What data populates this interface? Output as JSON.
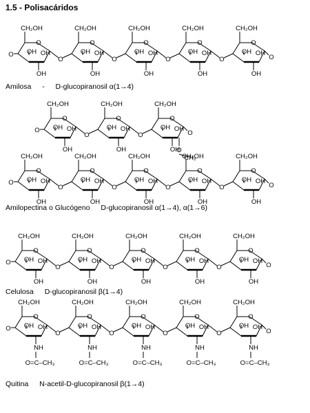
{
  "title": "1.5 - Polisacáridos",
  "labels": {
    "ch2oh": "CH₂OH",
    "oh": "OH",
    "ring_o": "O",
    "link_o": "O",
    "ch2": "CH₂",
    "nh": "NH",
    "acetyl": "O=C–CH₃"
  },
  "sections": [
    {
      "name": "amilosa",
      "polymer": "Amilosa",
      "separator": "-",
      "linkage": "D-glucopiranosil α(1→4)"
    },
    {
      "name": "amilopectina",
      "polymer": "Amilopectina o Glucógeno",
      "separator": "",
      "linkage": "D-glucopiranosil α(1→4), α(1→6)"
    },
    {
      "name": "celulosa",
      "polymer": "Celulosa",
      "separator": "",
      "linkage": "D-glucopiranosil β(1→4)"
    },
    {
      "name": "quitina",
      "polymer": "Quitina",
      "separator": "",
      "linkage": "N-acetil-D-glucopiranosil β(1→4)"
    }
  ]
}
